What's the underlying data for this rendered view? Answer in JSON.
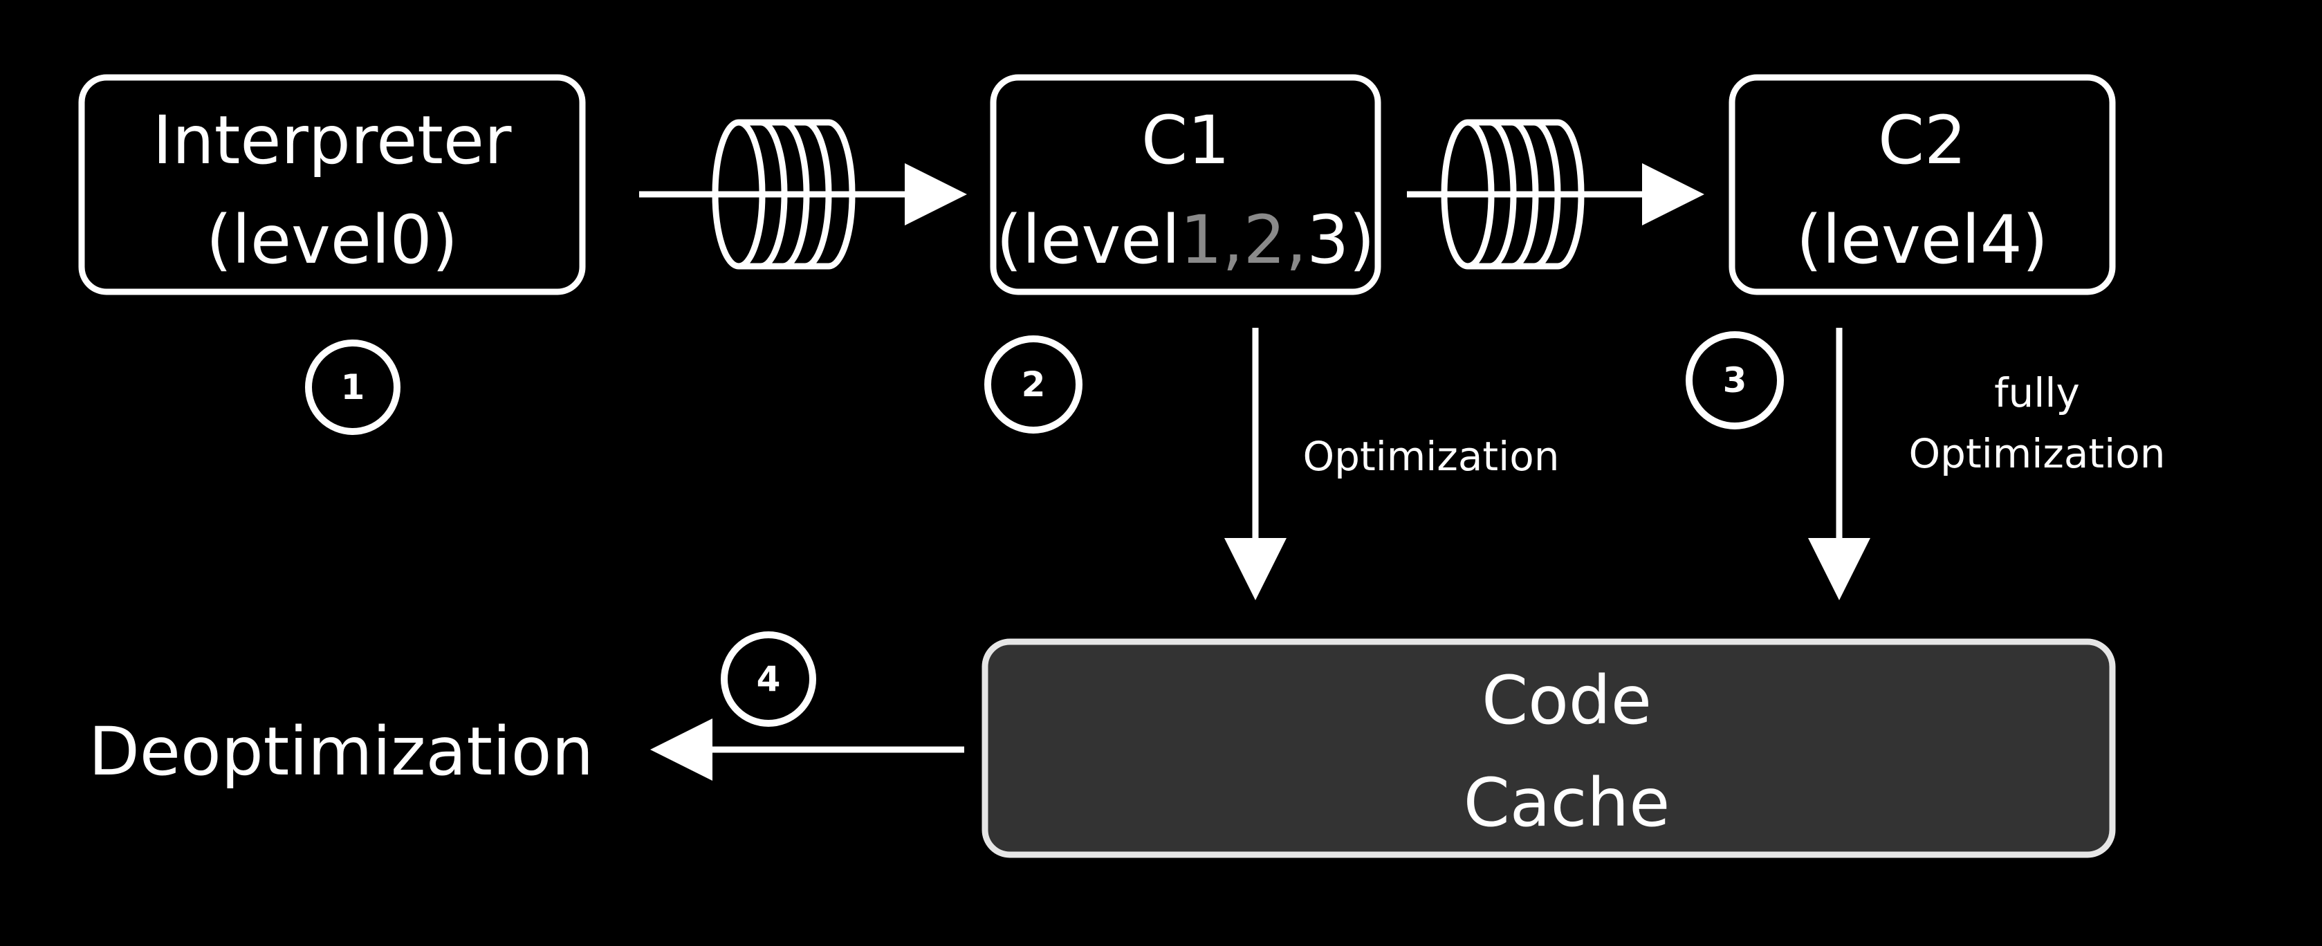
{
  "colors": {
    "background": "#000000",
    "stroke": "#ffffff",
    "text": "#ffffff",
    "muted_text": "#8a8a8a",
    "cache_fill": "#333333",
    "cache_text": "#e6e6e6"
  },
  "nodes": {
    "interpreter": {
      "line1": "Interpreter",
      "line2": "(level0)"
    },
    "c1": {
      "line1": "C1",
      "line2_prefix": "(level",
      "line2_muted_1": "1",
      "line2_sep_1": ",",
      "line2_muted_2": "2",
      "line2_sep_2": ",",
      "line2_suffix": "3)"
    },
    "c2": {
      "line1": "C2",
      "line2": "(level4)"
    },
    "code_cache": {
      "line1": "Code",
      "line2": "Cache"
    }
  },
  "badges": [
    "1",
    "2",
    "3",
    "4"
  ],
  "edges": {
    "c1_to_cache": "Optimization",
    "c2_to_cache_line1": "fully",
    "c2_to_cache_line2": "Optimization"
  },
  "deoptimization": "Deoptimization",
  "icons": {
    "queue_1": "queue-cylinder-icon",
    "queue_2": "queue-cylinder-icon"
  }
}
